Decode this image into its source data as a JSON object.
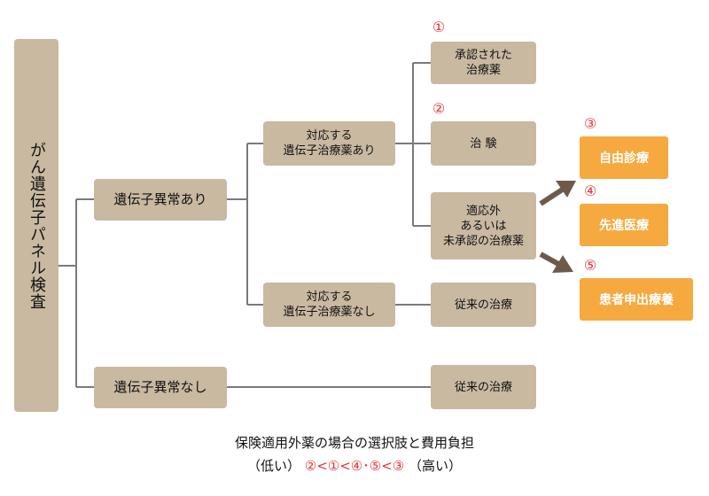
{
  "diagram": {
    "root": "がん遺伝子パネル検査",
    "level1": {
      "abnormal_yes": "遺伝子異常あり",
      "abnormal_no": "遺伝子異常なし"
    },
    "level2": {
      "drug_yes": "対応する\n遺伝子治療薬あり",
      "drug_no": "対応する\n遺伝子治療薬なし"
    },
    "level3": {
      "approved": "承認された\n治療薬",
      "trial": "治 験",
      "offlabel": "適応外\nあるいは\n未承認の治療薬",
      "standard_a": "従来の治療",
      "standard_b": "従来の治療"
    },
    "options": {
      "private": "自由診療",
      "advanced": "先進医療",
      "patient_request": "患者申出療養"
    },
    "markers": {
      "m1": "①",
      "m2": "②",
      "m3": "③",
      "m4": "④",
      "m5": "⑤"
    },
    "caption": {
      "line1": "保険適用外薬の場合の選択肢と費用負担",
      "low": "（低い）",
      "order": "②<①<④･⑤<③",
      "high": "（高い）"
    }
  },
  "colors": {
    "box": "#c9b9a1",
    "orange": "#f5a93f",
    "line": "#7a7a7a",
    "arrow": "#6e5a4a",
    "marker": "#e53232"
  }
}
